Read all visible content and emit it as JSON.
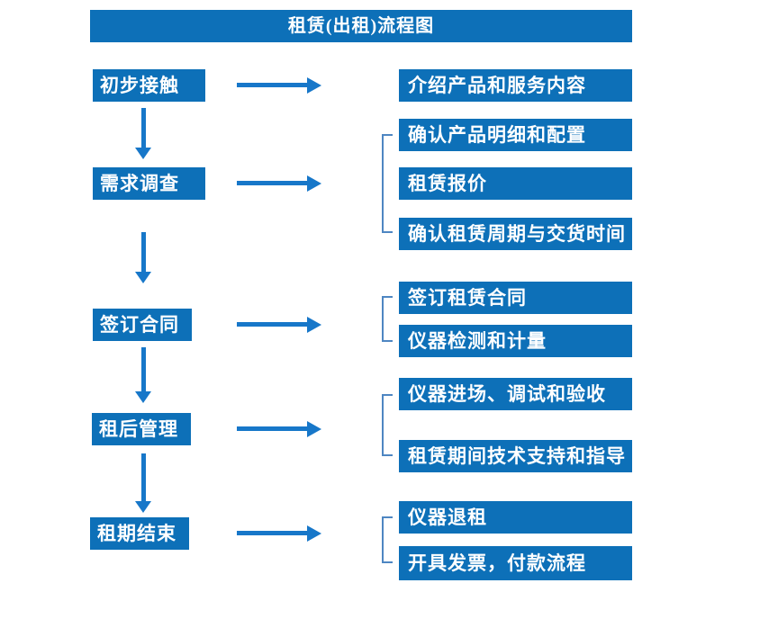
{
  "title": "租赁(出租)流程图",
  "colors": {
    "box_blue": "#0d70b8",
    "arrow_blue": "#1777c9",
    "bracket_blue": "#4e86c2",
    "text_white": "#ffffff",
    "page_bg": "#ffffff"
  },
  "flow": {
    "steps": [
      {
        "label": "初步接触",
        "outputs": [
          "介绍产品和服务内容"
        ]
      },
      {
        "label": "需求调查",
        "outputs": [
          "确认产品明细和配置",
          "租赁报价",
          "确认租赁周期与交货时间"
        ]
      },
      {
        "label": "签订合同",
        "outputs": [
          "签订租赁合同",
          "仪器检测和计量"
        ]
      },
      {
        "label": "租后管理",
        "outputs": [
          "仪器进场、调试和验收",
          "租赁期间技术支持和指导"
        ]
      },
      {
        "label": "租期结束",
        "outputs": [
          "仪器退租",
          "开具发票，付款流程"
        ]
      }
    ]
  }
}
